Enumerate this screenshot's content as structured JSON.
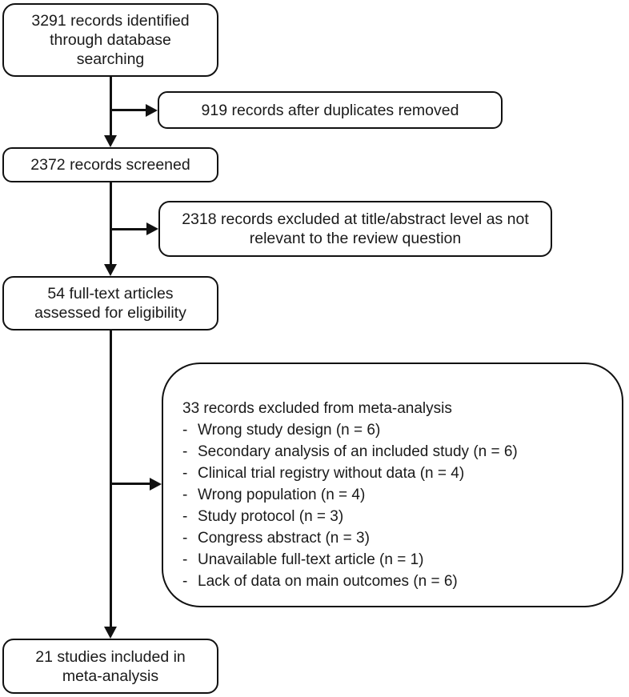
{
  "flow": {
    "identified": "3291 records identified\nthrough database\nsearching",
    "duplicates_removed": "919 records after duplicates removed",
    "screened": "2372 records screened",
    "excluded_title_abstract": "2318 records excluded at title/abstract level as not\nrelevant to the review question",
    "fulltext_assessed": "54 full-text articles\nassessed for eligibility",
    "excluded_meta": {
      "title": "33 records excluded from meta-analysis",
      "bullet": "-",
      "items": [
        "Wrong study design (n = 6)",
        "Secondary analysis of an included study (n = 6)",
        "Clinical trial registry without data (n = 4)",
        "Wrong population (n = 4)",
        "Study protocol (n = 3)",
        "Congress abstract (n = 3)",
        "Unavailable full-text article (n = 1)",
        "Lack of data on main outcomes (n = 6)"
      ]
    },
    "included": "21 studies included in\nmeta-analysis"
  },
  "colors": {
    "line": "#111111",
    "text": "#1a1a1a",
    "background": "#ffffff"
  }
}
